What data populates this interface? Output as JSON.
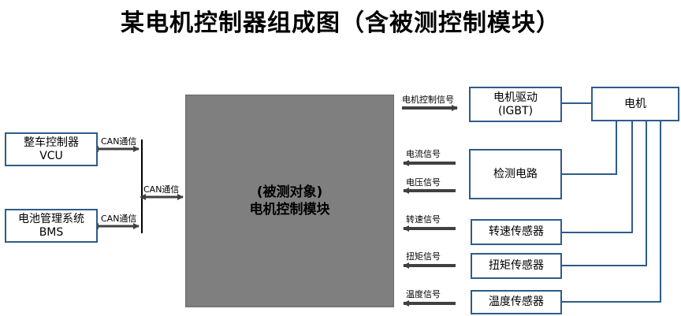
{
  "title": "某电机控制器组成图（含被测控制模块）",
  "center": {
    "line1": "(被测对象)",
    "line2": "电机控制模块"
  },
  "left": {
    "vcu": {
      "line1": "整车控制器",
      "line2": "VCU"
    },
    "bms": {
      "line1": "电池管理系统",
      "line2": "BMS"
    },
    "can_vcu": "CAN通信",
    "can_bms": "CAN通信",
    "can_bus": "CAN通信"
  },
  "right": {
    "drive": {
      "line1": "电机驱动",
      "line2": "(IGBT)"
    },
    "motor": "电机",
    "detect": "检测电路",
    "speed_sensor": "转速传感器",
    "torque_sensor": "扭矩传感器",
    "temp_sensor": "温度传感器"
  },
  "signals": {
    "control": "电机控制信号",
    "current": "电流信号",
    "voltage": "电压信号",
    "speed": "转速信号",
    "torque": "扭矩信号",
    "temp": "温度信号"
  },
  "colors": {
    "border": "#2e5c8a",
    "arrow": "#404040",
    "module": "#7f7f7f"
  }
}
